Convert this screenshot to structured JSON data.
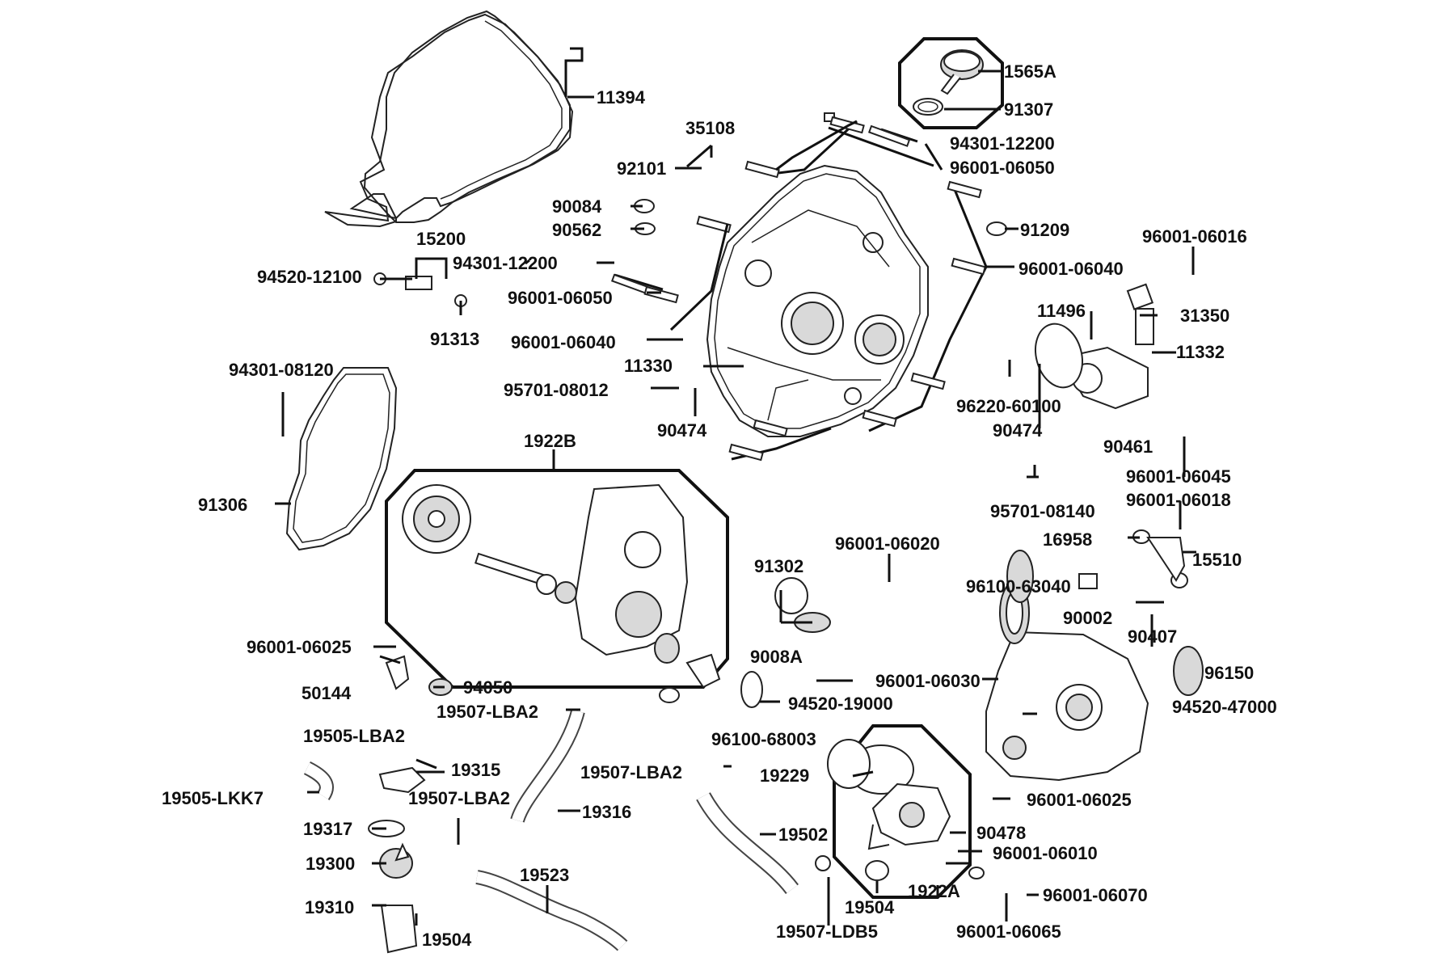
{
  "diagram": {
    "labels": [
      {
        "id": "1565A",
        "text": "1565A"
      },
      {
        "id": "91307",
        "text": "91307"
      },
      {
        "id": "11394",
        "text": "11394"
      },
      {
        "id": "35108",
        "text": "35108"
      },
      {
        "id": "92101",
        "text": "92101"
      },
      {
        "id": "94301-12200-a",
        "text": "94301-12200"
      },
      {
        "id": "96001-06050-a",
        "text": "96001-06050"
      },
      {
        "id": "90084",
        "text": "90084"
      },
      {
        "id": "90562",
        "text": "90562"
      },
      {
        "id": "91209",
        "text": "91209"
      },
      {
        "id": "96001-06016",
        "text": "96001-06016"
      },
      {
        "id": "15200",
        "text": "15200"
      },
      {
        "id": "94301-12200-b",
        "text": "94301-12200"
      },
      {
        "id": "94520-12100",
        "text": "94520-12100"
      },
      {
        "id": "96001-06050-b",
        "text": "96001-06050"
      },
      {
        "id": "96001-06040-a",
        "text": "96001-06040"
      },
      {
        "id": "96001-06040-b",
        "text": "96001-06040"
      },
      {
        "id": "91313",
        "text": "91313"
      },
      {
        "id": "11496",
        "text": "11496"
      },
      {
        "id": "31350",
        "text": "31350"
      },
      {
        "id": "11332",
        "text": "11332"
      },
      {
        "id": "11330",
        "text": "11330"
      },
      {
        "id": "94301-08120",
        "text": "94301-08120"
      },
      {
        "id": "95701-08012",
        "text": "95701-08012"
      },
      {
        "id": "96220-60100",
        "text": "96220-60100"
      },
      {
        "id": "90474-a",
        "text": "90474"
      },
      {
        "id": "90474-b",
        "text": "90474"
      },
      {
        "id": "90461",
        "text": "90461"
      },
      {
        "id": "1922B",
        "text": "1922B"
      },
      {
        "id": "96001-06045",
        "text": "96001-06045"
      },
      {
        "id": "96001-06018",
        "text": "96001-06018"
      },
      {
        "id": "91306",
        "text": "91306"
      },
      {
        "id": "95701-08140",
        "text": "95701-08140"
      },
      {
        "id": "96001-06020",
        "text": "96001-06020"
      },
      {
        "id": "16958",
        "text": "16958"
      },
      {
        "id": "15510",
        "text": "15510"
      },
      {
        "id": "91302",
        "text": "91302"
      },
      {
        "id": "96100-63040",
        "text": "96100-63040"
      },
      {
        "id": "90002",
        "text": "90002"
      },
      {
        "id": "90407",
        "text": "90407"
      },
      {
        "id": "96001-06025-a",
        "text": "96001-06025"
      },
      {
        "id": "9008A",
        "text": "9008A"
      },
      {
        "id": "96001-06030",
        "text": "96001-06030"
      },
      {
        "id": "96150",
        "text": "96150"
      },
      {
        "id": "50144",
        "text": "50144"
      },
      {
        "id": "94050",
        "text": "94050"
      },
      {
        "id": "94520-19000",
        "text": "94520-19000"
      },
      {
        "id": "94520-47000",
        "text": "94520-47000"
      },
      {
        "id": "19507-LBA2-a",
        "text": "19507-LBA2"
      },
      {
        "id": "19505-LBA2",
        "text": "19505-LBA2"
      },
      {
        "id": "96100-68003",
        "text": "96100-68003"
      },
      {
        "id": "19315",
        "text": "19315"
      },
      {
        "id": "19507-LBA2-b",
        "text": "19507-LBA2"
      },
      {
        "id": "19229",
        "text": "19229"
      },
      {
        "id": "19505-LKK7",
        "text": "19505-LKK7"
      },
      {
        "id": "19507-LBA2-c",
        "text": "19507-LBA2"
      },
      {
        "id": "96001-06025-b",
        "text": "96001-06025"
      },
      {
        "id": "19316",
        "text": "19316"
      },
      {
        "id": "19317",
        "text": "19317"
      },
      {
        "id": "90478",
        "text": "90478"
      },
      {
        "id": "19502",
        "text": "19502"
      },
      {
        "id": "19300",
        "text": "19300"
      },
      {
        "id": "96001-06010",
        "text": "96001-06010"
      },
      {
        "id": "19523",
        "text": "19523"
      },
      {
        "id": "1922A",
        "text": "1922A"
      },
      {
        "id": "96001-06070",
        "text": "96001-06070"
      },
      {
        "id": "19310",
        "text": "19310"
      },
      {
        "id": "19504-a",
        "text": "19504"
      },
      {
        "id": "19504-b",
        "text": "19504"
      },
      {
        "id": "19507-LDB5",
        "text": "19507-LDB5"
      },
      {
        "id": "96001-06065",
        "text": "96001-06065"
      }
    ]
  }
}
